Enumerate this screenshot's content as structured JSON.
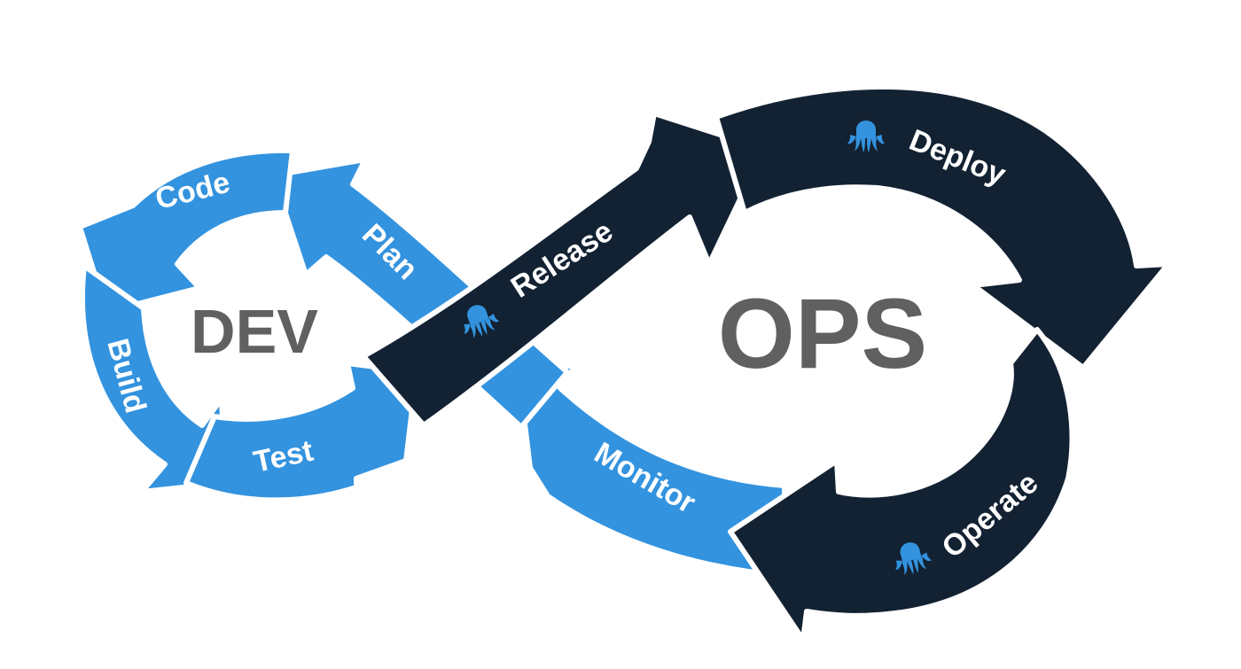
{
  "colors": {
    "dev_blue": "#3393df",
    "ops_navy": "#132233",
    "outline": "#ffffff",
    "hub_gray": "#606060",
    "label_white": "#ffffff"
  },
  "dev": {
    "hub_label": "DEV",
    "stages": {
      "code": "Code",
      "build": "Build",
      "test": "Test",
      "plan": "Plan",
      "monitor": "Monitor"
    }
  },
  "ops": {
    "hub_label": "OPS",
    "stages": {
      "release": "Release",
      "deploy": "Deploy",
      "operate": "Operate"
    }
  },
  "icons": {
    "release": "octopus-icon",
    "deploy": "octopus-icon",
    "operate": "octopus-icon"
  }
}
